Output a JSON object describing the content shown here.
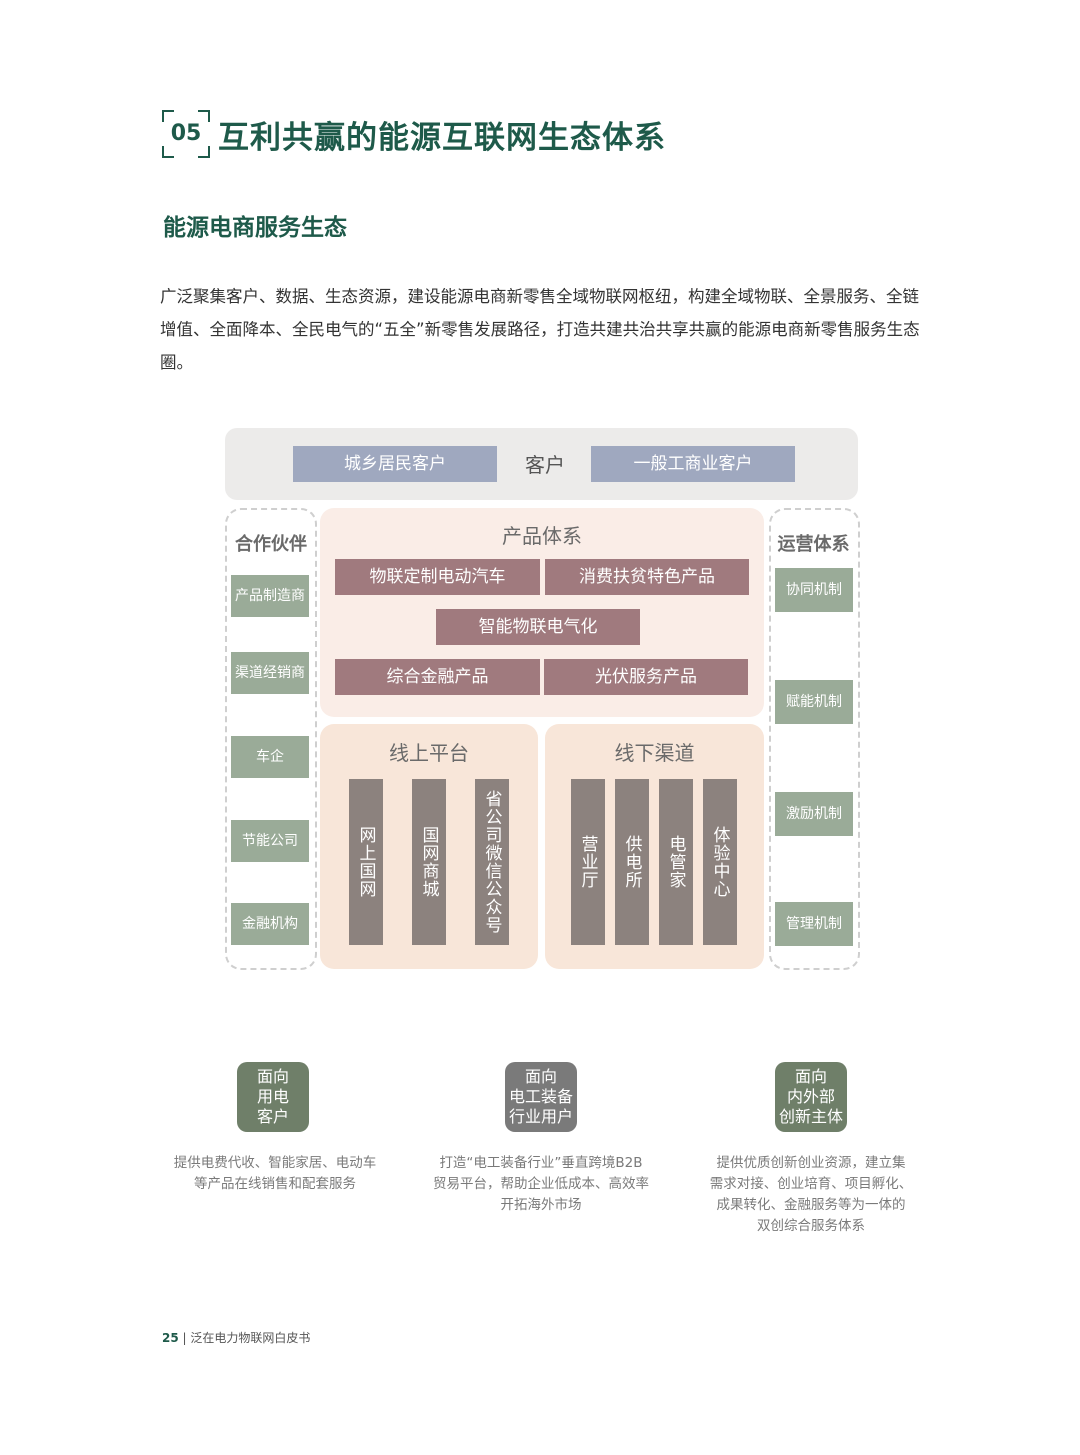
{
  "section": {
    "number": "05",
    "title": "互利共赢的能源互联网生态体系"
  },
  "subtitle": "能源电商服务生态",
  "intro": "广泛聚集客户、数据、生态资源，建设能源电商新零售全域物联网枢纽，构建全域物联、全景服务、全链增值、全面降本、全民电气的“五全”新零售发展路径，打造共建共治共享共赢的能源电商新零售服务生态圈。",
  "diagram": {
    "customers": {
      "label": "客户",
      "left": "城乡居民客户",
      "right": "一般工商业客户"
    },
    "partners": {
      "title": "合作伙伴",
      "items": [
        "产品制造商",
        "渠道经销商",
        "车企",
        "节能公司",
        "金融机构"
      ]
    },
    "operations": {
      "title": "运营体系",
      "items": [
        "协同机制",
        "赋能机制",
        "激励机制",
        "管理机制"
      ]
    },
    "products": {
      "title": "产品体系",
      "row1": [
        "物联定制电动汽车",
        "消费扶贫特色产品"
      ],
      "center": "智能物联电气化",
      "row3": [
        "综合金融产品",
        "光伏服务产品"
      ]
    },
    "online": {
      "title": "线上平台",
      "items": [
        "网上国网",
        "国网商城",
        "省公司微信公众号"
      ]
    },
    "offline": {
      "title": "线下渠道",
      "items": [
        "营业厅",
        "供电所",
        "电管家",
        "体验中心"
      ]
    }
  },
  "audiences": [
    {
      "badge": "面向\n用电\n客户",
      "color": "#6f7f69",
      "desc": "提供电费代收、智能家居、电动车\n等产品在线销售和配套服务"
    },
    {
      "badge": "面向\n电工装备\n行业用户",
      "color": "#7a7a7a",
      "desc": "打造“电工装备行业”垂直跨境B2B\n贸易平台，帮助企业低成本、高效率\n开拓海外市场"
    },
    {
      "badge": "面向\n内外部\n创新主体",
      "color": "#6f7f69",
      "desc": "提供优质创新创业资源，建立集\n需求对接、创业培育、项目孵化、\n成果转化、金融服务等为一体的\n双创综合服务体系"
    }
  ],
  "footer": {
    "page": "25",
    "separator": "|",
    "title": "泛在电力物联网白皮书"
  }
}
